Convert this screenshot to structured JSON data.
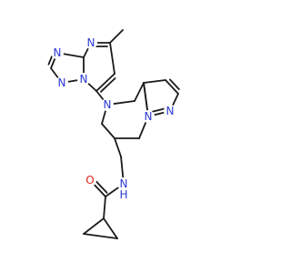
{
  "molecule": {
    "atoms": [
      {
        "id": "N_pyr_a",
        "label": "N",
        "color": "#2b3bd6"
      },
      {
        "id": "N_tri_1",
        "label": "N",
        "color": "#2b3bd6"
      },
      {
        "id": "N_tri_2",
        "label": "N",
        "color": "#2b3bd6"
      },
      {
        "id": "N_tri_3",
        "label": "N",
        "color": "#2b3bd6"
      },
      {
        "id": "N_ring",
        "label": "N",
        "color": "#2b3bd6"
      },
      {
        "id": "N_pz_a",
        "label": "N",
        "color": "#2b3bd6"
      },
      {
        "id": "N_pz_b",
        "label": "N",
        "color": "#2b3bd6"
      },
      {
        "id": "NH_amide",
        "label": "H",
        "label_full": "N",
        "color": "#2b3bd6"
      },
      {
        "id": "O_amide",
        "label": "O",
        "color": "#e0261b"
      }
    ],
    "nh_label": "N",
    "nh_h": "H",
    "colors": {
      "bond": "#1a1a1a",
      "nitrogen": "#2b3bd6",
      "oxygen": "#e0261b"
    }
  }
}
